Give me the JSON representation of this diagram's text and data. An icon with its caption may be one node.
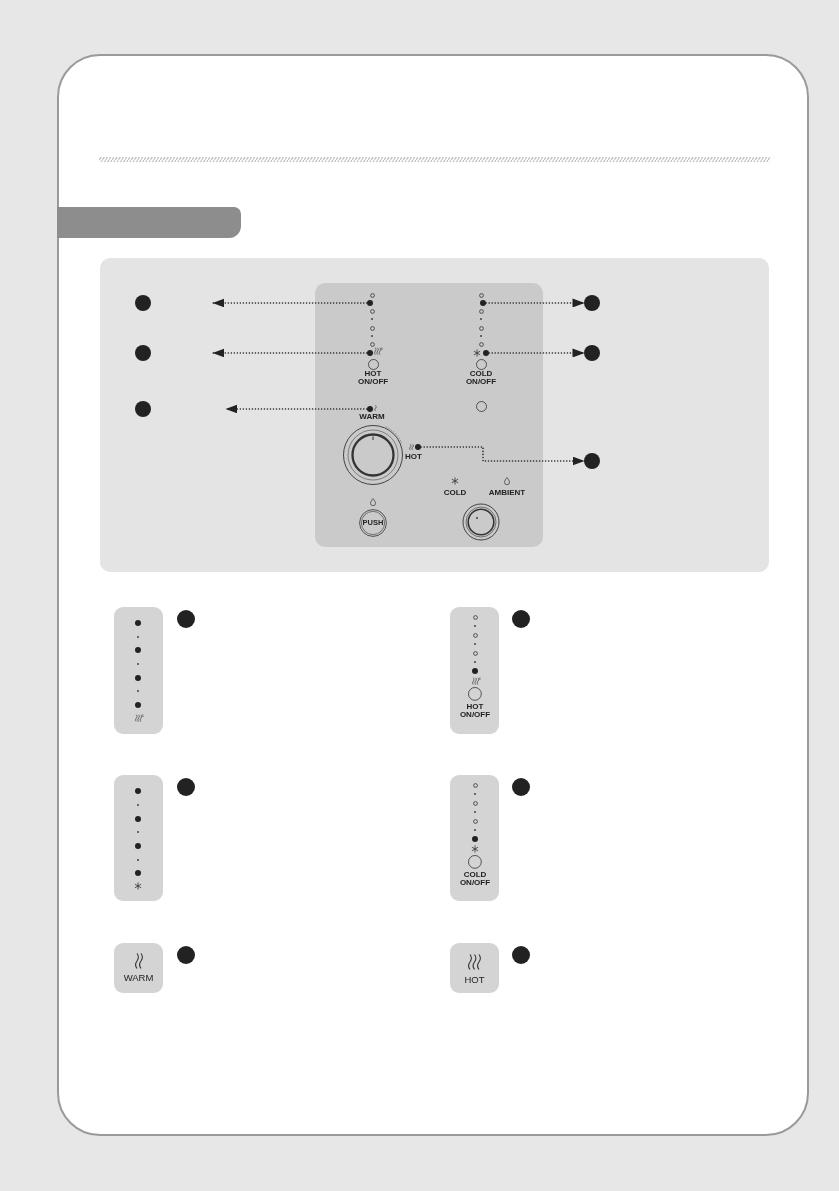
{
  "diagram": {
    "nodes": [
      {
        "text": [],
        "shape": "box"
      },
      {
        "text": [
          "HOT ON/OFF",
          "COLD ON/OFF",
          "WARM",
          "HOT",
          "COLD",
          "AMBIENT",
          "PUSH"
        ]
      },
      {
        "text": [],
        "shape": "circle",
        "in": 1
      },
      {
        "text": [],
        "shape": "circle",
        "in": 1
      },
      {
        "text": [],
        "shape": "circle",
        "in": 1
      },
      {
        "text": [],
        "shape": "circle",
        "in": 1
      },
      {
        "text": [],
        "shape": "circle",
        "in": 1
      },
      {
        "text": [],
        "shape": "circle",
        "in": 1
      },
      {
        "text": [],
        "shape": "circle"
      },
      {
        "text": [],
        "shape": "circle"
      },
      {
        "text": [],
        "shape": "circle"
      },
      {
        "text": [],
        "shape": "circle"
      },
      {
        "text": [],
        "shape": "circle"
      },
      {
        "text": [],
        "shape": "circle"
      },
      {
        "text": [],
        "shape": "picture"
      },
      {
        "text": [],
        "shape": "circle"
      },
      {
        "text": [
          "HOT ON/OFF"
        ]
      },
      {
        "text": [],
        "shape": "circle"
      },
      {
        "text": [],
        "shape": "picture"
      },
      {
        "text": [],
        "shape": "circle"
      },
      {
        "text": [
          "COLD ON/OFF"
        ]
      },
      {
        "text": [],
        "shape": "circle"
      },
      {
        "text": [
          "WARM"
        ]
      },
      {
        "text": [],
        "shape": "circle"
      },
      {
        "text": [
          "HOT"
        ]
      },
      {
        "text": [],
        "shape": "circle"
      }
    ],
    "edges": [
      {
        "from": 2,
        "to": null,
        "arrow": "to"
      },
      {
        "from": 3,
        "to": null,
        "arrow": "to"
      },
      {
        "from": 4,
        "to": null,
        "arrow": "to"
      },
      {
        "from": 5,
        "to": 11,
        "arrow": "to"
      },
      {
        "from": 6,
        "to": 12,
        "arrow": "to"
      },
      {
        "from": 7,
        "to": 13,
        "arrow": "to"
      }
    ]
  }
}
